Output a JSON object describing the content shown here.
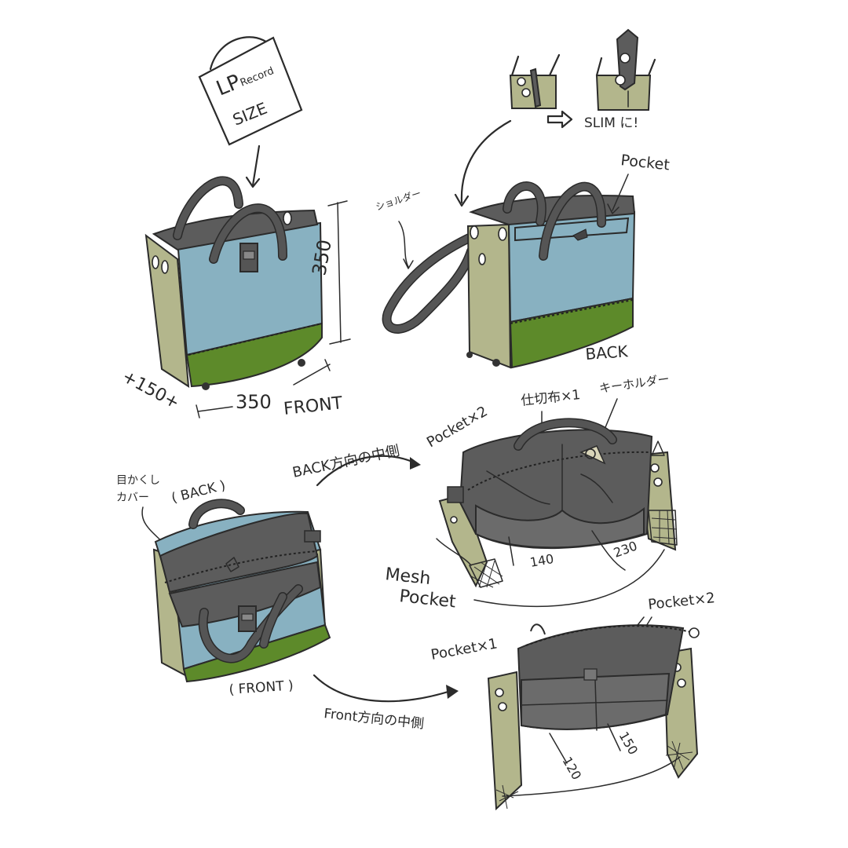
{
  "labels": {
    "lp_line1": "LP",
    "lp_line2": "Record",
    "lp_line3": "SIZE",
    "dim_height": "350",
    "dim_depth": "+150+",
    "dim_width": "350",
    "front": "FRONT",
    "back": "BACK",
    "shoulder": "ショルダー",
    "slim": "SLIM に!",
    "pocket_top": "Pocket",
    "back_side_interior": "BACK方向の中側",
    "front_side_interior": "Front方向の中側",
    "cover_line1": "目かくし",
    "cover_line2": "カバー",
    "back_paren": "( BACK )",
    "front_paren": "( FRONT )",
    "pocket_x2_a": "Pocket×2",
    "divider_x1": "仕切布×1",
    "key_holder": "キーホルダー",
    "mesh_line1": "Mesh",
    "mesh_line2": "Pocket",
    "dim_140": "140",
    "dim_230": "230",
    "pocket_x1": "Pocket×1",
    "pocket_x2_b": "Pocket×2",
    "dim_120": "120",
    "dim_150": "150"
  },
  "colors": {
    "blue_panel": "#88b1c1",
    "khaki_side": "#b3b68c",
    "green_base": "#5d8a2a",
    "dark_gray": "#5c5c5c",
    "ink": "#2b2b2b"
  }
}
